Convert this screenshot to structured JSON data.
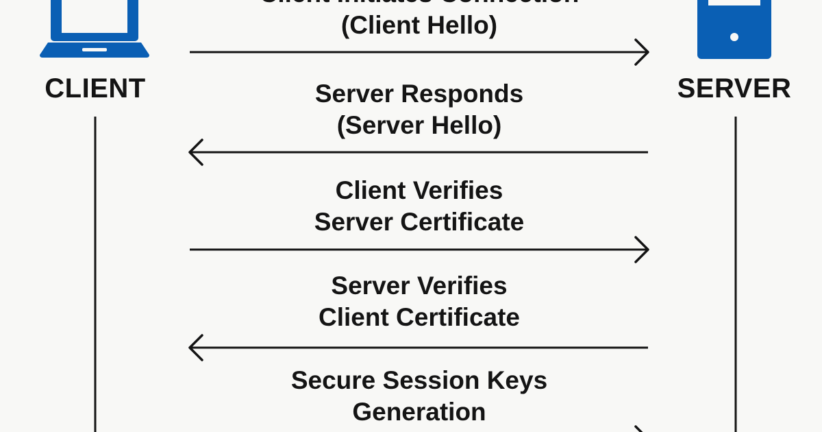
{
  "actors": {
    "client": {
      "label": "CLIENT",
      "icon": "laptop-icon"
    },
    "server": {
      "label": "SERVER",
      "icon": "server-icon"
    }
  },
  "colors": {
    "icon_blue": "#0a5fb4",
    "line": "#141414",
    "background": "#f8f8f6"
  },
  "steps": [
    {
      "lines": [
        "Client Initiates Connection",
        "(Client Hello)"
      ],
      "direction": "client-to-server"
    },
    {
      "lines": [
        "Server Responds",
        "(Server Hello)"
      ],
      "direction": "server-to-client"
    },
    {
      "lines": [
        "Client Verifies",
        "Server Certificate"
      ],
      "direction": "client-to-server"
    },
    {
      "lines": [
        "Server Verifies",
        "Client Certificate"
      ],
      "direction": "server-to-client"
    },
    {
      "lines": [
        "Secure Session Keys",
        "Generation"
      ],
      "direction": "client-to-server"
    }
  ]
}
